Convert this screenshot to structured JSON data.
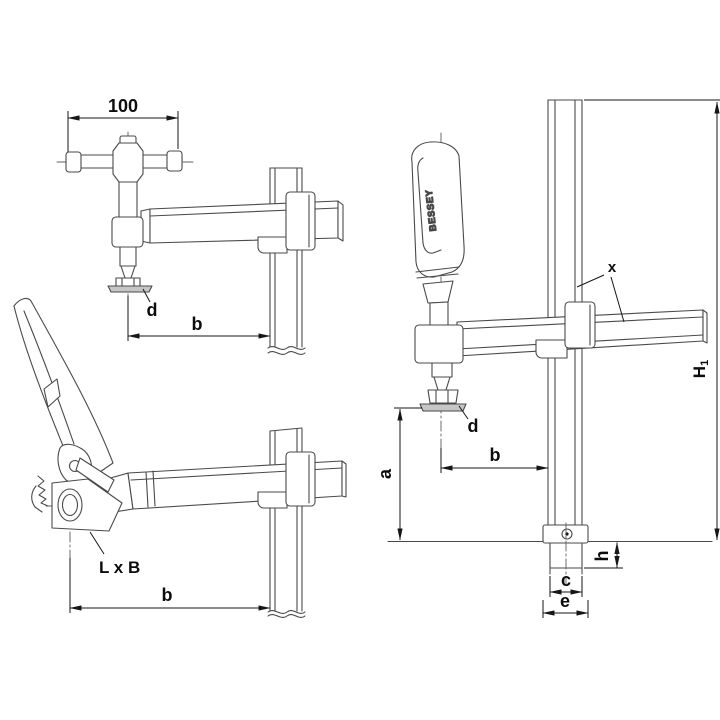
{
  "page": {
    "background": "#ffffff",
    "description": "Technical line drawing of BESSEY clamping elements for welding tables: three views with dimension labels"
  },
  "drawing": {
    "brand_label": "BESSEY",
    "colors": {
      "line": "#4a4a4a",
      "dimension": "#161616",
      "text": "#0d0d0d",
      "pad_fill": "#c6c6c6"
    },
    "views": [
      {
        "id": "top-left",
        "description": "Clamping element with T-handle spindle mounted on rail, side view"
      },
      {
        "id": "bottom-left",
        "description": "Clamping element with lever handle mounted on rail, side view"
      },
      {
        "id": "right",
        "description": "Complete clamping element with vertical handle, full rail and table insert"
      }
    ],
    "labels": {
      "spindle_length": "100",
      "pad_diameter": "d",
      "reach": "b",
      "pad_size": "L x B",
      "rail_marker": "x",
      "total_height_main": "H",
      "total_height_sub": "1",
      "clearance": "a",
      "insert_height": "h",
      "insert_width": "c",
      "base_width": "e"
    }
  }
}
